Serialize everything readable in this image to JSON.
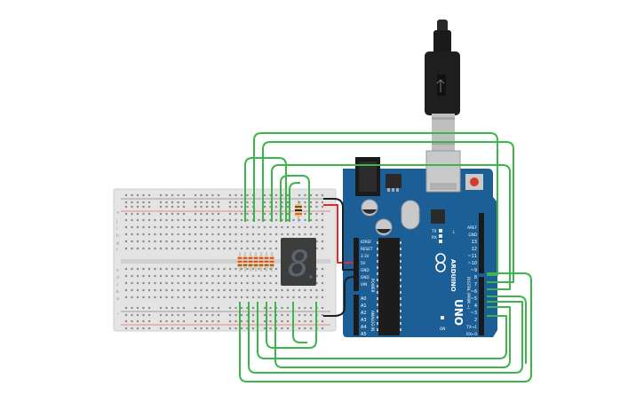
{
  "board": {
    "brand": "ARDUINO",
    "model": "UNO",
    "digital_label": "DIGITAL (PWM ~)",
    "power_label": "POWER",
    "analog_label": "ANALOG IN",
    "on_label": "ON",
    "chip_label": "L",
    "tx_label": "TX",
    "rx_label": "RX",
    "power_pins": [
      "IOREF",
      "RESET",
      "3.3V",
      "5V",
      "GND",
      "GND",
      "VIN"
    ],
    "analog_pins": [
      "A0",
      "A1",
      "A2",
      "A3",
      "A4",
      "A5"
    ],
    "digital_pins_top": [
      "AREF",
      "GND",
      "13",
      "12",
      "~11",
      "~10",
      "~9",
      "8"
    ],
    "digital_pins_bottom": [
      "7",
      "~6",
      "~5",
      "4",
      "~3",
      "2",
      "TX→1",
      "RX←0"
    ]
  },
  "breadboard": {
    "row_letters_top": [
      "j",
      "i",
      "h",
      "g",
      "f"
    ],
    "row_letters_bottom": [
      "e",
      "d",
      "c",
      "b",
      "a"
    ],
    "rail_plus": "+",
    "rail_minus": "−"
  },
  "display": {
    "digit": "8",
    "segment_color": "#5a6470"
  },
  "colors": {
    "wire_green": "#3cb54a",
    "wire_red": "#e02b2b",
    "wire_black": "#1f1f1f",
    "board_blue": "#1c5f96",
    "breadboard": "#e5e5e5"
  }
}
